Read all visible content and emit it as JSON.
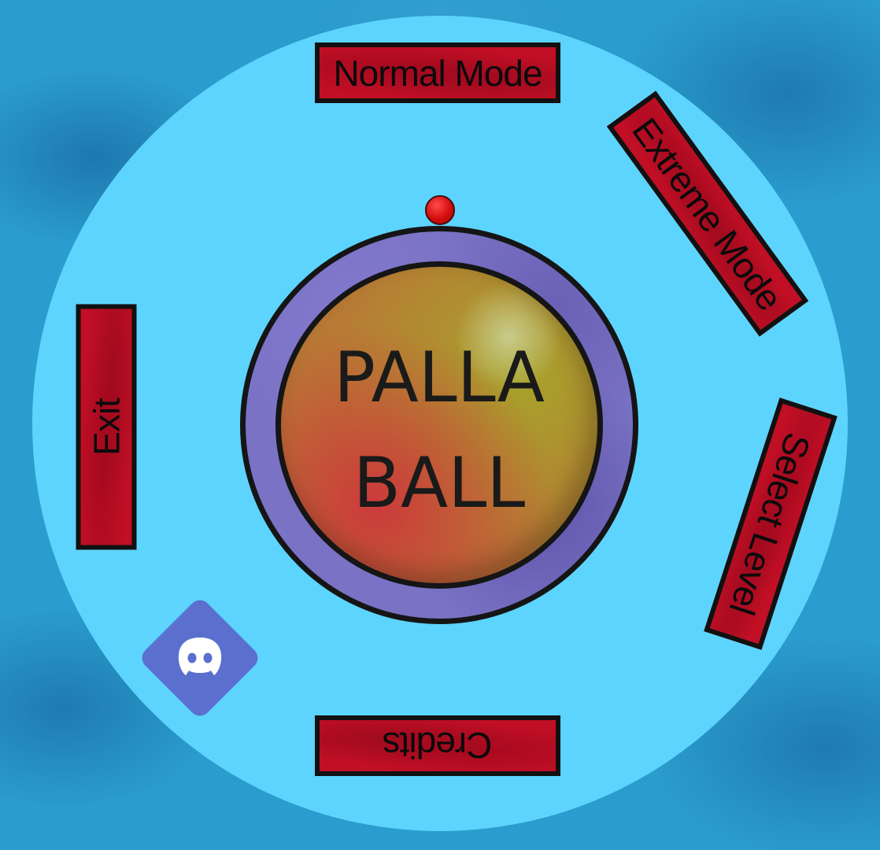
{
  "game": {
    "title_line_1": "PALLA",
    "title_line_2": "BALL"
  },
  "menu": {
    "normal_mode": "Normal Mode",
    "extreme_mode": "Extreme Mode",
    "select_level": "Select Level",
    "credits": "Credits",
    "exit": "Exit"
  },
  "icons": {
    "discord": "discord-icon",
    "orbit_ball": "red-ball"
  },
  "colors": {
    "background": "#2a9ccd",
    "ring": "#5dd4fd",
    "button_fill": "#c10f25",
    "button_border": "#111111",
    "hub_outer": "#7a72c4",
    "orbit_ball": "#d40e0e",
    "discord": "#5b6fcf"
  }
}
